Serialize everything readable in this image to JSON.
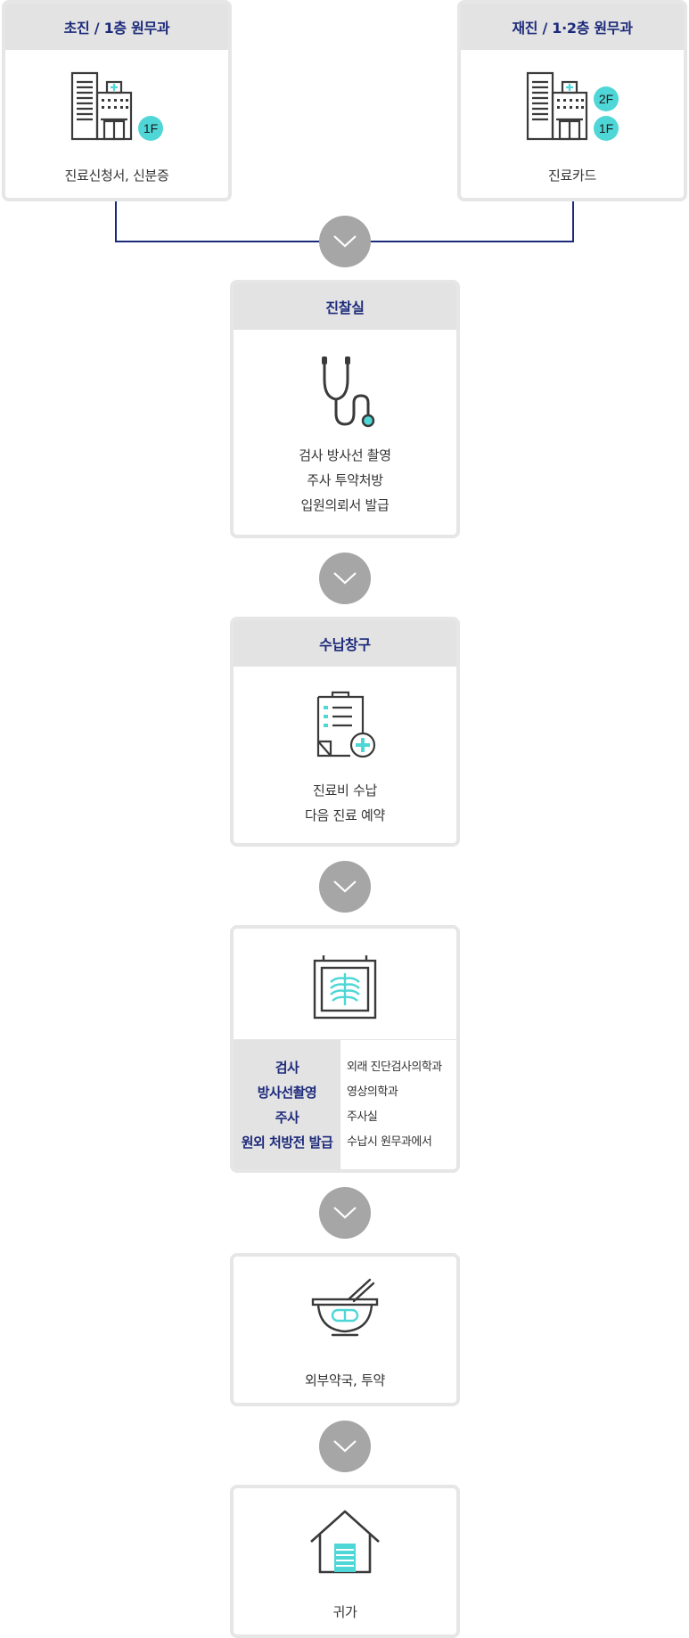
{
  "colors": {
    "navy": "#1c2a7a",
    "teal": "#4fd6d6",
    "header_gray": "#e3e3e3",
    "arrow_gray": "#a6a6a6",
    "icon_dark": "#3a3a3a"
  },
  "first_visit": {
    "header": "초진 / 1층 원무과",
    "floor_badge": "1F",
    "text": "진료신청서, 신분증",
    "icon": "hospital-building-icon"
  },
  "revisit": {
    "header": "재진 / 1·2층 원무과",
    "floor_badges": [
      "2F",
      "1F"
    ],
    "text": "진료카드",
    "icon": "hospital-building-icon"
  },
  "exam_room": {
    "header": "진찰실",
    "icon": "stethoscope-icon",
    "lines": [
      "검사 방사선 촬영",
      "주사 투약처방",
      "입원의뢰서 발급"
    ]
  },
  "payment": {
    "header": "수납창구",
    "icon": "clipboard-medical-icon",
    "lines": [
      "진료비 수납",
      "다음 진료 예약"
    ]
  },
  "tests": {
    "icon": "xray-frame-icon",
    "rows": [
      {
        "item": "검사",
        "place": "외래 진단검사의학과"
      },
      {
        "item": "방사선촬영",
        "place": "영상의학과"
      },
      {
        "item": "주사",
        "place": "주사실"
      },
      {
        "item": "원외 처방전 발급",
        "place": "수납시 원무과에서"
      }
    ]
  },
  "pharmacy": {
    "icon": "mortar-pestle-icon",
    "text": "외부약국, 투약"
  },
  "home": {
    "icon": "house-icon",
    "text": "귀가"
  },
  "arrow_icon": "chevron-down-icon"
}
